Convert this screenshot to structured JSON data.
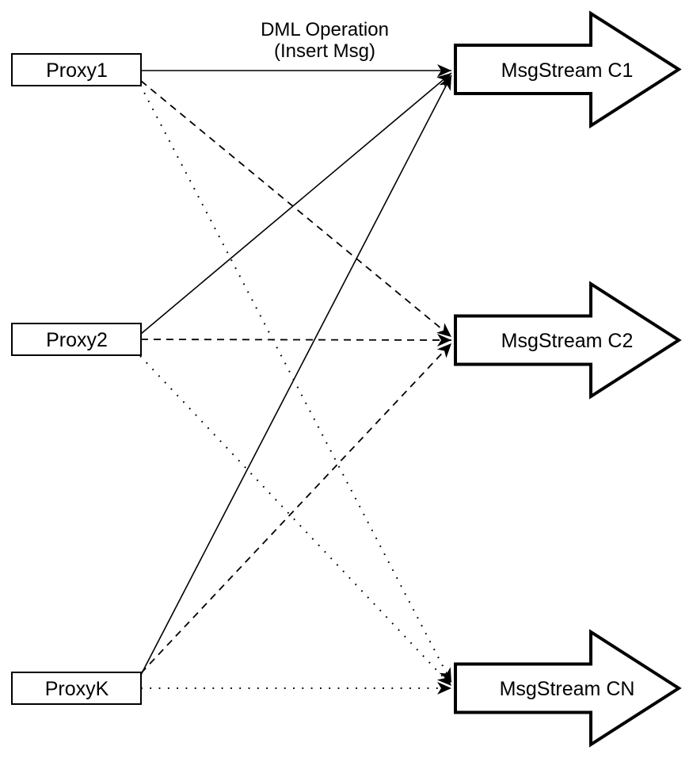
{
  "diagram": {
    "title": {
      "line1": "DML Operation",
      "line2": "(Insert Msg)"
    },
    "proxies": [
      {
        "id": "proxy1",
        "label": "Proxy1"
      },
      {
        "id": "proxy2",
        "label": "Proxy2"
      },
      {
        "id": "proxyk",
        "label": "ProxyK"
      }
    ],
    "streams": [
      {
        "id": "c1",
        "label": "MsgStream C1"
      },
      {
        "id": "c2",
        "label": "MsgStream C2"
      },
      {
        "id": "cn",
        "label": "MsgStream CN"
      }
    ],
    "connections": [
      {
        "from": "Proxy1",
        "to": "MsgStream C1",
        "style": "solid"
      },
      {
        "from": "Proxy2",
        "to": "MsgStream C1",
        "style": "solid"
      },
      {
        "from": "ProxyK",
        "to": "MsgStream C1",
        "style": "solid"
      },
      {
        "from": "Proxy1",
        "to": "MsgStream C2",
        "style": "dashed"
      },
      {
        "from": "Proxy2",
        "to": "MsgStream C2",
        "style": "dashed"
      },
      {
        "from": "ProxyK",
        "to": "MsgStream C2",
        "style": "dashed"
      },
      {
        "from": "Proxy1",
        "to": "MsgStream CN",
        "style": "dotted"
      },
      {
        "from": "Proxy2",
        "to": "MsgStream CN",
        "style": "dotted"
      },
      {
        "from": "ProxyK",
        "to": "MsgStream CN",
        "style": "dotted"
      }
    ],
    "colors": {
      "stroke": "#000000",
      "fill": "#ffffff",
      "background": "#ffffff",
      "text": "#000000"
    }
  }
}
